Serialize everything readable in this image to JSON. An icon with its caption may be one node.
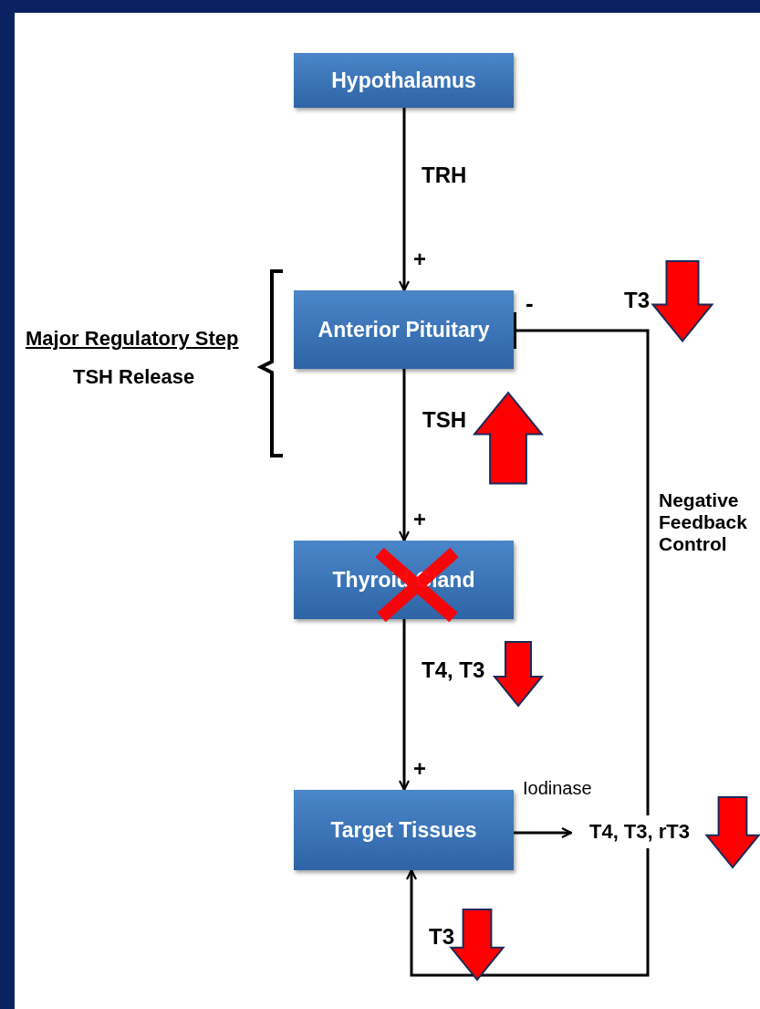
{
  "diagram": {
    "nodes": [
      {
        "text": [
          "Hypothalamus"
        ]
      },
      {
        "text": [
          "Anterior Pituitary"
        ]
      },
      {
        "text": [
          "Thyroid Gland"
        ]
      },
      {
        "text": [
          "Target Tissues"
        ]
      },
      {
        "text": [
          "T4, T3, rT3"
        ]
      }
    ],
    "edges": [
      {
        "from": 0,
        "to": 1,
        "arrow": "to",
        "label": "TRH"
      },
      {
        "from": 1,
        "to": 2,
        "arrow": "to",
        "label": "TSH"
      },
      {
        "from": 2,
        "to": 3,
        "arrow": "to",
        "label": "T4, T3"
      },
      {
        "from": 3,
        "to": 4,
        "arrow": "to",
        "label": "Iodinase"
      },
      {
        "from": 4,
        "to": 1,
        "arrow": "other",
        "label": "Negative Feedback Control"
      },
      {
        "from": 4,
        "to": 3,
        "arrow": "to",
        "label": "T3"
      }
    ],
    "labels": [
      "+",
      "T3",
      "Major Regulatory Step",
      "TSH Release",
      "-",
      "+",
      "+"
    ]
  }
}
